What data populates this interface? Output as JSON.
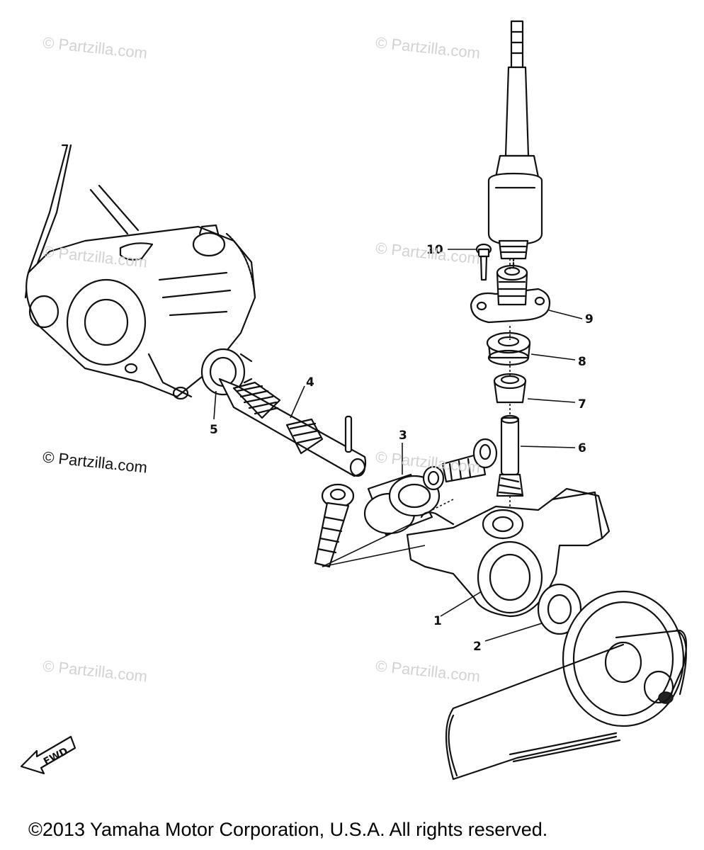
{
  "watermarks": [
    "© Partzilla.com"
  ],
  "watermark_prominent": "© Partzilla.com",
  "callouts": [
    "1",
    "2",
    "3",
    "4",
    "5",
    "6",
    "7",
    "8",
    "9",
    "10"
  ],
  "fwd_badge": "FWD",
  "copyright": "©2013 Yamaha Motor Corporation, U.S.A. All rights reserved."
}
